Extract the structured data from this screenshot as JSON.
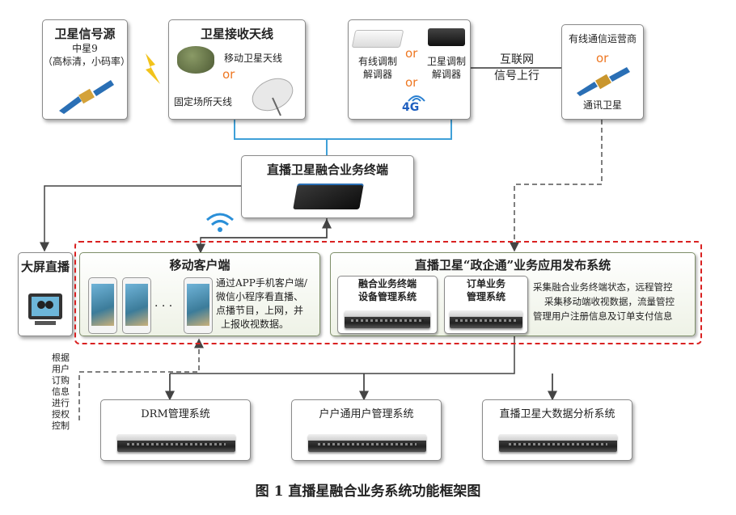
{
  "sat_source": {
    "title": "卫星信号源",
    "line1": "中星9",
    "line2": "（高标清，小码率）"
  },
  "antenna": {
    "title": "卫星接收天线",
    "mobile": "移动卫星天线",
    "or": "or",
    "fixed": "固定场所天线"
  },
  "modems": {
    "wired_line1": "有线调制",
    "wired_line2": "解调器",
    "or1": "or",
    "or2": "or",
    "sat_line1": "卫星调制",
    "sat_line2": "解调器",
    "badge_4g": "4G"
  },
  "internet": {
    "line1": "互联网",
    "line2": "信号上行"
  },
  "operator": {
    "line1": "有线通信运营商",
    "or": "or",
    "line2": "通讯卫星"
  },
  "terminal": {
    "title": "直播卫星融合业务终端"
  },
  "big_screen": {
    "label": "大屏直播"
  },
  "mobile_client": {
    "title": "移动客户端",
    "dots": "· · ·",
    "desc": [
      "通过APP手机客户端/",
      "微信小程序看直播、",
      "点播节目，上网，并",
      "上报收视数据。"
    ]
  },
  "publish": {
    "title": "直播卫星“政企通”业务应用发布系统",
    "sub1_line1": "融合业务终端",
    "sub1_line2": "设备管理系统",
    "sub2_line1": "订单业务",
    "sub2_line2": "管理系统",
    "desc": [
      "采集融合业务终端状态，远程管控",
      "采集移动端收视数据，流量管控",
      "管理用户注册信息及订单支付信息"
    ]
  },
  "auth_note": [
    "根据",
    "用户",
    "订购",
    "信息",
    "进行",
    "授权",
    "控制"
  ],
  "bottom": {
    "drm": "DRM管理系统",
    "users": "户户通用户管理系统",
    "bigdata": "直播卫星大数据分析系统"
  },
  "caption": "图 1  直播星融合业务系统功能框架图"
}
